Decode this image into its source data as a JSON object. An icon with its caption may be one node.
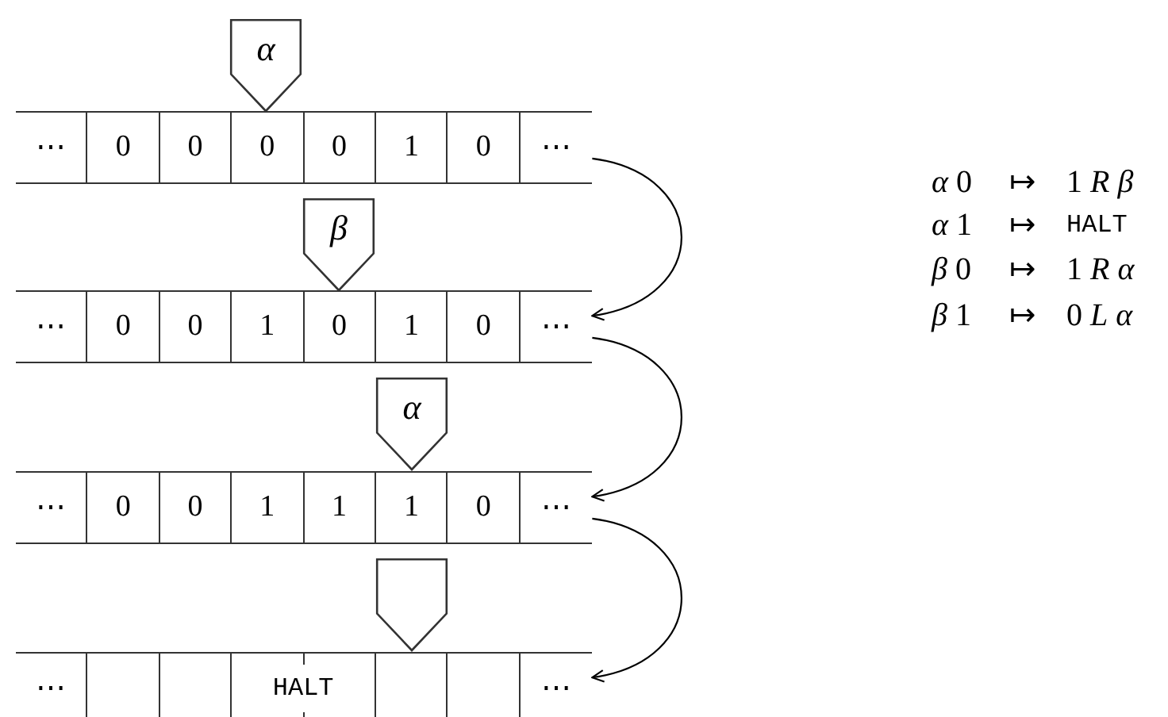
{
  "diagram": {
    "nodes": [
      {
        "text": [
          "α"
        ]
      },
      {
        "text": [],
        "shape": "bar"
      },
      {
        "text": [
          "⋯"
        ],
        "in": 1
      },
      {
        "text": [
          "0"
        ],
        "in": 1
      },
      {
        "text": [
          "0"
        ],
        "in": 1
      },
      {
        "text": [
          "0"
        ],
        "in": 1
      },
      {
        "text": [
          "0"
        ],
        "in": 1
      },
      {
        "text": [
          "1"
        ],
        "in": 1
      },
      {
        "text": [
          "0"
        ],
        "in": 1
      },
      {
        "text": [
          "⋯"
        ],
        "in": 1
      },
      {
        "text": [
          "β"
        ]
      },
      {
        "text": [],
        "shape": "bar"
      },
      {
        "text": [
          "⋯"
        ],
        "in": 11
      },
      {
        "text": [
          "0"
        ],
        "in": 11
      },
      {
        "text": [
          "0"
        ],
        "in": 11
      },
      {
        "text": [
          "1"
        ],
        "in": 11
      },
      {
        "text": [
          "0"
        ],
        "in": 11
      },
      {
        "text": [
          "1"
        ],
        "in": 11
      },
      {
        "text": [
          "0"
        ],
        "in": 11
      },
      {
        "text": [
          "⋯"
        ],
        "in": 11
      },
      {
        "text": [
          "α"
        ]
      },
      {
        "text": [],
        "shape": "bar"
      },
      {
        "text": [
          "⋯"
        ],
        "in": 21
      },
      {
        "text": [
          "0"
        ],
        "in": 21
      },
      {
        "text": [
          "0"
        ],
        "in": 21
      },
      {
        "text": [
          "1"
        ],
        "in": 21
      },
      {
        "text": [
          "1"
        ],
        "in": 21
      },
      {
        "text": [
          "1"
        ],
        "in": 21
      },
      {
        "text": [
          "0"
        ],
        "in": 21
      },
      {
        "text": [
          "⋯"
        ],
        "in": 21
      },
      {
        "text": [],
        "shape": "pentagon"
      },
      {
        "text": [],
        "shape": "bar"
      },
      {
        "text": [
          "⋯"
        ],
        "in": 31
      },
      {
        "text": [],
        "shape": "box",
        "in": 31
      },
      {
        "text": [],
        "shape": "box",
        "in": 31
      },
      {
        "text": [
          "HALT"
        ],
        "in": 31
      },
      {
        "text": [],
        "shape": "box",
        "in": 31
      },
      {
        "text": [],
        "shape": "box",
        "in": 31
      },
      {
        "text": [
          "⋯"
        ],
        "in": 31
      }
    ],
    "edges": [
      {
        "from": 1,
        "to": 11,
        "arrow": "to"
      },
      {
        "from": 11,
        "to": 21,
        "arrow": "to"
      },
      {
        "from": 21,
        "to": 31,
        "arrow": "to"
      }
    ],
    "labels": [
      "*α* 0",
      "↦",
      "1 *R* *β*",
      "*α* 1",
      "↦",
      "HALT",
      "*β* 0",
      "↦",
      "1 *R* *α*",
      "*β* 1",
      "↦",
      "0 *L* *α*"
    ]
  }
}
